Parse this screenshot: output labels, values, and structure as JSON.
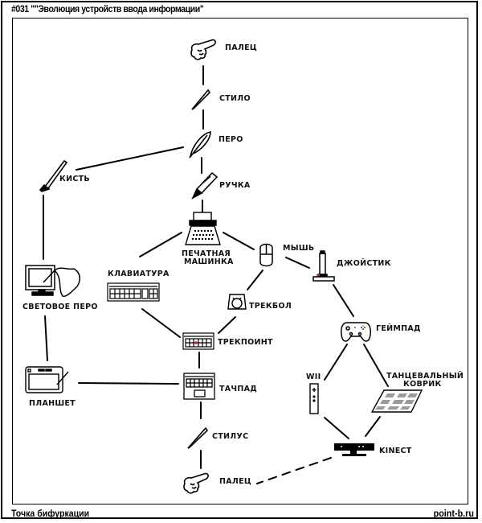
{
  "header": {
    "title": "#031 \"\"Эволюция устройств ввода информации\""
  },
  "footer": {
    "series_name": "Точка бифуркации",
    "site": "point-b.ru"
  },
  "nodes": {
    "finger_top": {
      "label": "ПАЛЕЦ",
      "icon": "pointing-hand-icon"
    },
    "stylo": {
      "label": "СТИЛО",
      "icon": "stylus-icon"
    },
    "quill": {
      "label": "ПЕРО",
      "icon": "quill-icon"
    },
    "brush": {
      "label": "КИСТЬ",
      "icon": "brush-icon"
    },
    "pen": {
      "label": "РУЧКА",
      "icon": "fountain-pen-icon"
    },
    "typewriter": {
      "label_line1": "ПЕЧАТНАЯ",
      "label_line2": "МАШИНКА",
      "icon": "typewriter-icon"
    },
    "mouse": {
      "label": "МЫШЬ",
      "icon": "mouse-icon"
    },
    "joystick": {
      "label": "ДЖОЙСТИК",
      "icon": "joystick-icon"
    },
    "light_pen": {
      "label": "СВЕТОВОЕ ПЕРО",
      "icon": "monitor-light-pen-icon"
    },
    "keyboard": {
      "label": "КЛАВИАТУРА",
      "icon": "keyboard-icon"
    },
    "trackball": {
      "label": "ТРЕКБОЛ",
      "icon": "trackball-icon"
    },
    "trackpoint": {
      "label": "ТРЕКПОИНТ",
      "icon": "trackpoint-keyboard-icon"
    },
    "gamepad": {
      "label": "ГЕЙМПАД",
      "icon": "gamepad-icon"
    },
    "wii": {
      "label": "WII",
      "icon": "wii-remote-icon"
    },
    "dance_mat": {
      "label_line1": "ТАНЦЕВАЛЬНЫЙ",
      "label_line2": "КОВРИК",
      "icon": "dance-mat-icon"
    },
    "tablet": {
      "label": "ПЛАНШЕТ",
      "icon": "graphics-tablet-icon"
    },
    "touchpad": {
      "label": "ТАЧПАД",
      "icon": "laptop-touchpad-icon"
    },
    "stylus": {
      "label": "СТИЛУС",
      "icon": "stylus-icon"
    },
    "kinect": {
      "label": "KINECT",
      "icon": "kinect-icon"
    },
    "finger_bottom": {
      "label": "ПАЛЕЦ",
      "icon": "pointing-hand-icon"
    }
  },
  "edges": [
    {
      "from": "finger_top",
      "to": "stylo",
      "style": "solid"
    },
    {
      "from": "stylo",
      "to": "quill",
      "style": "solid"
    },
    {
      "from": "quill",
      "to": "brush",
      "style": "solid"
    },
    {
      "from": "quill",
      "to": "pen",
      "style": "solid"
    },
    {
      "from": "pen",
      "to": "typewriter",
      "style": "solid"
    },
    {
      "from": "brush",
      "to": "light_pen",
      "style": "solid"
    },
    {
      "from": "typewriter",
      "to": "keyboard",
      "style": "solid"
    },
    {
      "from": "typewriter",
      "to": "mouse",
      "style": "solid"
    },
    {
      "from": "mouse",
      "to": "joystick",
      "style": "solid"
    },
    {
      "from": "mouse",
      "to": "trackball",
      "style": "solid"
    },
    {
      "from": "keyboard",
      "to": "trackpoint",
      "style": "solid"
    },
    {
      "from": "trackball",
      "to": "trackpoint",
      "style": "solid"
    },
    {
      "from": "joystick",
      "to": "gamepad",
      "style": "solid"
    },
    {
      "from": "light_pen",
      "to": "tablet",
      "style": "solid"
    },
    {
      "from": "trackpoint",
      "to": "touchpad",
      "style": "solid"
    },
    {
      "from": "tablet",
      "to": "touchpad",
      "style": "solid"
    },
    {
      "from": "gamepad",
      "to": "wii",
      "style": "solid"
    },
    {
      "from": "gamepad",
      "to": "dance_mat",
      "style": "solid"
    },
    {
      "from": "touchpad",
      "to": "stylus",
      "style": "solid"
    },
    {
      "from": "wii",
      "to": "kinect",
      "style": "solid"
    },
    {
      "from": "dance_mat",
      "to": "kinect",
      "style": "solid"
    },
    {
      "from": "stylus",
      "to": "finger_bottom",
      "style": "solid"
    },
    {
      "from": "kinect",
      "to": "finger_bottom",
      "style": "dashed"
    }
  ],
  "colors": {
    "ink": "#000000",
    "trackpoint_dot": "#d42020",
    "joystick_button": "#c03030",
    "mat_arrows": "#9a9a9a",
    "gamepad_buttons": [
      "#3a8a3a",
      "#c03030",
      "#3050b0",
      "#d0b020"
    ]
  }
}
